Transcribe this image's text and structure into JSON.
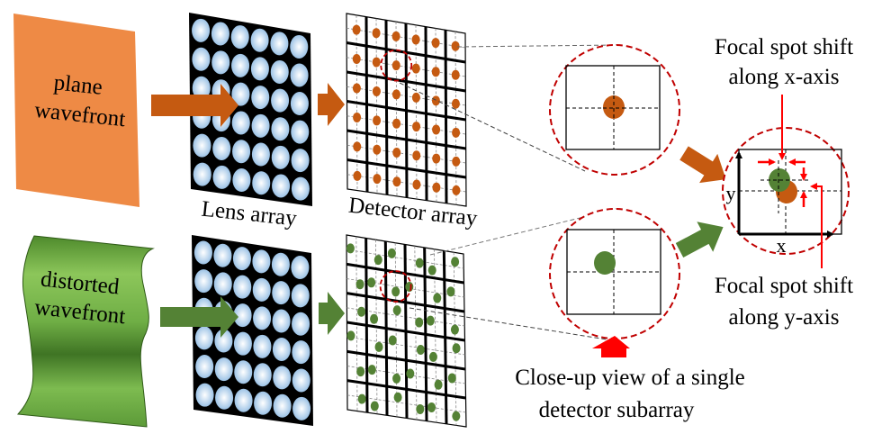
{
  "colors": {
    "plane": "#EE8A45",
    "orange_spot": "#C55A11",
    "green_spot": "#548235",
    "green_light": "#8CC65A",
    "green_dark": "#3B6B22",
    "lens_bg": "#000000",
    "lens_light": "#FFFFFF",
    "lens_blue": "#9DC3E6",
    "red_circle": "#C00000",
    "red_arrow": "#FF0000"
  },
  "top_row": {
    "wavefront_label_1": "plane",
    "wavefront_label_2": "wavefront",
    "lens_array_label": "Lens array",
    "detector_array_label": "Detector array"
  },
  "bottom_row": {
    "wavefront_label_1": "distorted",
    "wavefront_label_2": "wavefront"
  },
  "closeup": {
    "caption_line1": "Close-up view of a single",
    "caption_line2": "detector subarray"
  },
  "shift_panel": {
    "x_shift_line1": "Focal spot shift",
    "x_shift_line2": "along x-axis",
    "y_shift_line1": "Focal spot shift",
    "y_shift_line2": "along y-axis",
    "axis_x": "x",
    "axis_y": "y"
  },
  "grid": {
    "rows": 6,
    "cols": 6
  }
}
